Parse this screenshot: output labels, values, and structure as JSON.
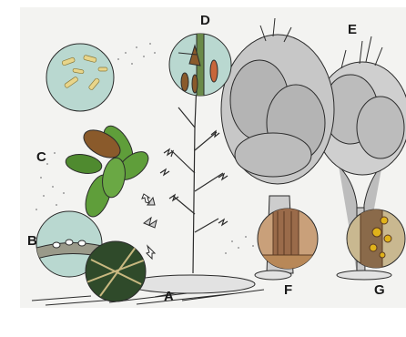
{
  "diagram": {
    "labels": {
      "A": "A",
      "B": "B",
      "C": "C",
      "D": "D",
      "E": "E",
      "F": "F",
      "G": "G"
    },
    "colors": {
      "panel": "#f3f3f1",
      "ink": "#2b2b2b",
      "leaf_green": "#5f9e3a",
      "leaf_brown": "#8a5a2b",
      "disc_teal": "#b9d8d0",
      "bark_brown": "#9a6b4a",
      "fungus_yellow": "#e0b21a",
      "spore": "#e8d58a"
    }
  }
}
